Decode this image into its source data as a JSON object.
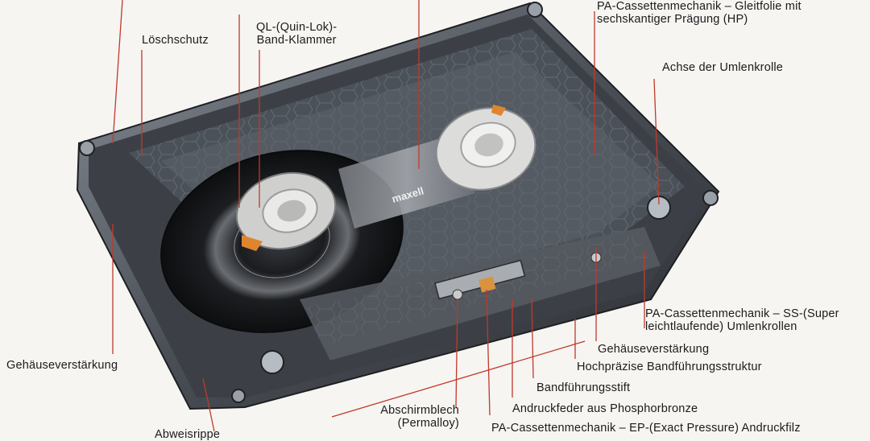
{
  "labels": {
    "loeschschutz": "Löschschutz",
    "ql_clamp": [
      "QL-(Quin-Lok)-",
      "Band-Klammer"
    ],
    "gleitfolie": [
      "PA-Cassettenmechanik – Gleitfolie mit",
      "sechskantiger Prägung (HP)"
    ],
    "achse": "Achse der Umlenkrolle",
    "ss_rollen": [
      "PA-Cassettenmechanik – SS-(Super",
      "leichtlaufende) Umlenkrollen"
    ],
    "gehaeuse_rechts": "Gehäuseverstärkung",
    "bandfuehrungsstruktur": "Hochpräzise Bandführungsstruktur",
    "bandfuehrungsstift": "Bandführungsstift",
    "andruckfeder": "Andruckfeder aus Phosphorbronze",
    "ep_filz": "PA-Cassettenmechanik – EP-(Exact Pressure) Andruckfilz",
    "abschirmblech": [
      "Abschirmblech",
      "(Permalloy)"
    ],
    "gehaeuse_links": "Gehäuseverstärkung",
    "abweisrippe": "Abweisrippe"
  },
  "colors": {
    "background": "#f6f5f2",
    "leader_line": "#c0392b",
    "shell_dark": "#2b2e33",
    "shell_mid": "#5b6169",
    "tape": "#16181b",
    "hub": "#e8e8e6",
    "pad_orange": "#e0852f"
  },
  "image": {
    "brand_text": "maxell"
  }
}
